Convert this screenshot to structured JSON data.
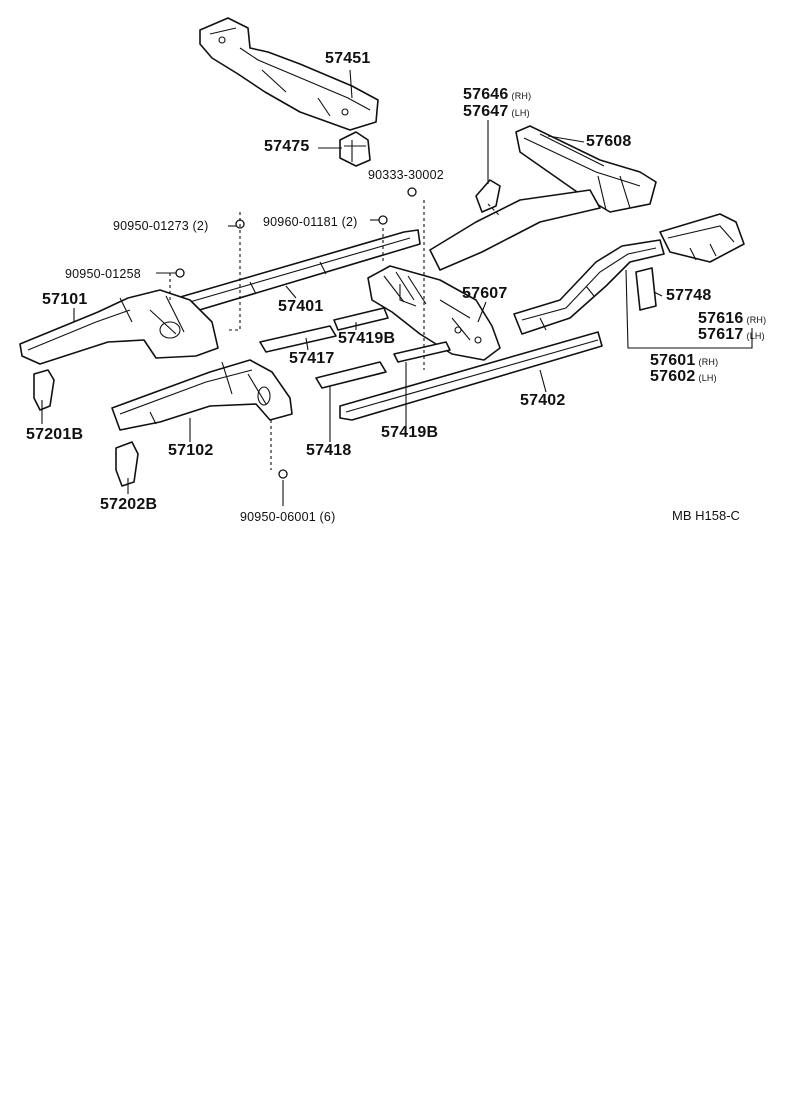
{
  "diagram": {
    "code": "MB  H158-C",
    "labels": {
      "p57451": "57451",
      "p57475": "57475",
      "p57646": "57646",
      "p57647": "57647",
      "p57608": "57608",
      "p90333": "90333-30002",
      "p90950_01273": "90950-01273 (2)",
      "p90960_01181": "90960-01181 (2)",
      "p90950_01258": "90950-01258",
      "p57101": "57101",
      "p57401": "57401",
      "p57607": "57607",
      "p57748": "57748",
      "p57616": "57616",
      "p57617": "57617",
      "p57419b_a": "57419B",
      "p57417": "57417",
      "p57601": "57601",
      "p57602": "57602",
      "p57201b": "57201B",
      "p57102": "57102",
      "p57402": "57402",
      "p57418": "57418",
      "p57419b_b": "57419B",
      "p57202b": "57202B",
      "p90950_06001": "90950-06001 (6)"
    },
    "sides": {
      "rh": "(RH)",
      "lh": "(LH)"
    }
  }
}
